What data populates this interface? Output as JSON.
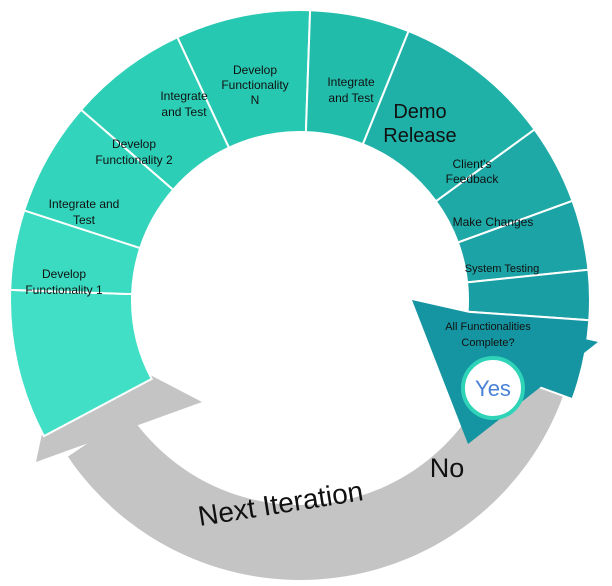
{
  "colors": {
    "teal_light": "#41e0c6",
    "teal_mid": "#2dc9b0",
    "teal_dark": "#1a9fa8",
    "arrow_gray": "#c4c4c4",
    "yes_text": "#4a82d6",
    "divider": "#ffffff"
  },
  "segments": [
    {
      "id": "develop-1",
      "lines": [
        "Develop",
        "Functionality 1"
      ],
      "color": "#40dfc6"
    },
    {
      "id": "integrate-test-1",
      "lines": [
        "Integrate and",
        "Test"
      ],
      "color": "#3adbc1"
    },
    {
      "id": "develop-2",
      "lines": [
        "Develop",
        "Functionality 2"
      ],
      "color": "#32d4bb"
    },
    {
      "id": "integrate-test-2",
      "lines": [
        "Integrate",
        "and Test"
      ],
      "color": "#2ccfb6"
    },
    {
      "id": "develop-n",
      "lines": [
        "Develop",
        "Functionality",
        "N"
      ],
      "color": "#27c8b1"
    },
    {
      "id": "integrate-test-3",
      "lines": [
        "Integrate",
        "and Test"
      ],
      "color": "#22bcab"
    },
    {
      "id": "demo-release",
      "lines": [
        "Demo",
        "Release"
      ],
      "color": "#1fb1a8"
    },
    {
      "id": "clients-feedback",
      "lines": [
        "Client's",
        "Feedback"
      ],
      "color": "#1ea8a6"
    },
    {
      "id": "make-changes",
      "lines": [
        "Make Changes"
      ],
      "color": "#1ba3a5"
    },
    {
      "id": "system-testing",
      "lines": [
        "System Testing"
      ],
      "color": "#199ea4"
    },
    {
      "id": "all-complete",
      "lines": [
        "All Functionalities",
        "Complete?"
      ],
      "color": "#1595a1"
    }
  ],
  "decision": {
    "yes_label": "Yes",
    "no_label": "No"
  },
  "loop": {
    "label": "Next Iteration"
  }
}
